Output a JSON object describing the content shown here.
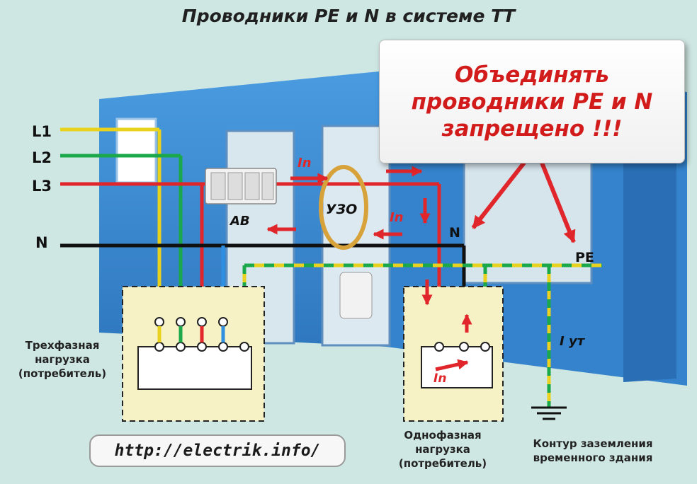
{
  "title": "Проводники PE и N в системе ТТ",
  "warning": {
    "line1": "Объединять",
    "line2": "проводники PE и N",
    "line3": "запрещено !!!"
  },
  "lines": {
    "l1": "L1",
    "l2": "L2",
    "l3": "L3",
    "n": "N",
    "n_right": "N",
    "pe": "PE"
  },
  "devices": {
    "breaker": "АВ",
    "rcd": "УЗО"
  },
  "currents": {
    "in_top": "In",
    "in_mid": "In",
    "in_load": "In",
    "i_ground": "I ут"
  },
  "captions": {
    "three_phase": [
      "Трехфазная",
      "нагрузка",
      "(потребитель)"
    ],
    "single_phase": [
      "Однофазная",
      "нагрузка",
      "(потребитель)"
    ],
    "ground": [
      "Контур заземления",
      "временного здания"
    ]
  },
  "url": "http://electrik.info/",
  "colors": {
    "phase_l1": "#e8d21d",
    "phase_l2": "#1aa84a",
    "phase_l3": "#e0262b",
    "neutral": "#111111",
    "pe_yellow": "#e8d21d",
    "pe_green": "#1aa84a",
    "arrow": "#e0262b",
    "container": "#3d8fd6"
  }
}
